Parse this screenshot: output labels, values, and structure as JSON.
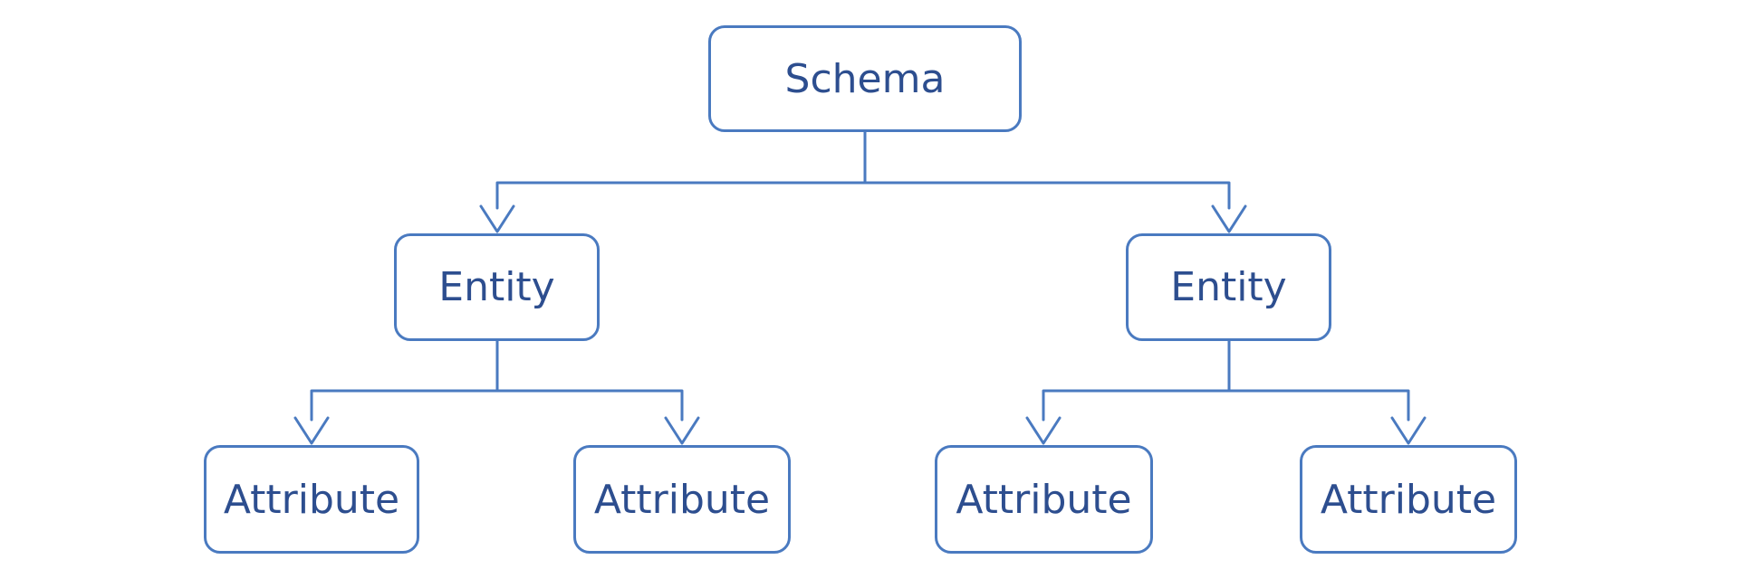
{
  "diagram": {
    "type": "tree",
    "nodes": {
      "schema": {
        "label": "Schema",
        "level": 0
      },
      "entity_left": {
        "label": "Entity",
        "level": 1
      },
      "entity_right": {
        "label": "Entity",
        "level": 1
      },
      "attribute_1": {
        "label": "Attribute",
        "level": 2
      },
      "attribute_2": {
        "label": "Attribute",
        "level": 2
      },
      "attribute_3": {
        "label": "Attribute",
        "level": 2
      },
      "attribute_4": {
        "label": "Attribute",
        "level": 2
      }
    },
    "edges": [
      {
        "from": "schema",
        "to": "entity_left"
      },
      {
        "from": "schema",
        "to": "entity_right"
      },
      {
        "from": "entity_left",
        "to": "attribute_1"
      },
      {
        "from": "entity_left",
        "to": "attribute_2"
      },
      {
        "from": "entity_right",
        "to": "attribute_3"
      },
      {
        "from": "entity_right",
        "to": "attribute_4"
      }
    ],
    "colors": {
      "line": "#4a7ac0",
      "text": "#2d4e8f",
      "background": "#ffffff",
      "node_fill": "#ffffff"
    }
  }
}
